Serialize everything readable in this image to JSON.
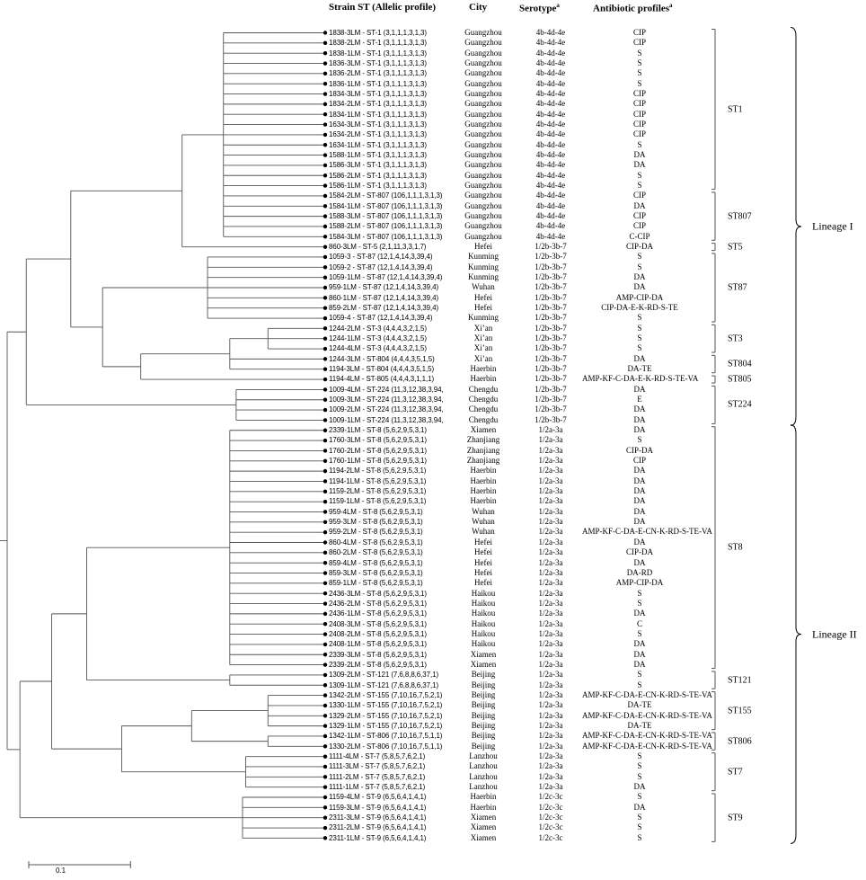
{
  "headers": {
    "strain_st": "Strain  ST (Allelic profile)",
    "city": "City",
    "serotype": "Serotype",
    "serotype_sup": "a",
    "antibiotic": "Antibiotic profiles",
    "antibiotic_sup": "a"
  },
  "rows": [
    {
      "strain": "1838-3LM - ST-1 (3,1,1,1,3,1,3)",
      "city": "Guangzhou",
      "serotype": "4b-4d-4e",
      "antibiotic": "CIP"
    },
    {
      "strain": "1838-2LM - ST-1 (3,1,1,1,3,1,3)",
      "city": "Guangzhou",
      "serotype": "4b-4d-4e",
      "antibiotic": "CIP"
    },
    {
      "strain": "1838-1LM - ST-1 (3,1,1,1,3,1,3)",
      "city": "Guangzhou",
      "serotype": "4b-4d-4e",
      "antibiotic": "S"
    },
    {
      "strain": "1836-3LM - ST-1 (3,1,1,1,3,1,3)",
      "city": "Guangzhou",
      "serotype": "4b-4d-4e",
      "antibiotic": "S"
    },
    {
      "strain": "1836-2LM - ST-1 (3,1,1,1,3,1,3)",
      "city": "Guangzhou",
      "serotype": "4b-4d-4e",
      "antibiotic": "S"
    },
    {
      "strain": "1836-1LM - ST-1 (3,1,1,1,3,1,3)",
      "city": "Guangzhou",
      "serotype": "4b-4d-4e",
      "antibiotic": "S"
    },
    {
      "strain": "1834-3LM - ST-1 (3,1,1,1,3,1,3)",
      "city": "Guangzhou",
      "serotype": "4b-4d-4e",
      "antibiotic": "CIP"
    },
    {
      "strain": "1834-2LM - ST-1 (3,1,1,1,3,1,3)",
      "city": "Guangzhou",
      "serotype": "4b-4d-4e",
      "antibiotic": "CIP"
    },
    {
      "strain": "1834-1LM - ST-1 (3,1,1,1,3,1,3)",
      "city": "Guangzhou",
      "serotype": "4b-4d-4e",
      "antibiotic": "CIP"
    },
    {
      "strain": "1634-3LM - ST-1 (3,1,1,1,3,1,3)",
      "city": "Guangzhou",
      "serotype": "4b-4d-4e",
      "antibiotic": "CIP"
    },
    {
      "strain": "1634-2LM - ST-1 (3,1,1,1,3,1,3)",
      "city": "Guangzhou",
      "serotype": "4b-4d-4e",
      "antibiotic": "CIP"
    },
    {
      "strain": "1634-1LM - ST-1 (3,1,1,1,3,1,3)",
      "city": "Guangzhou",
      "serotype": "4b-4d-4e",
      "antibiotic": "S"
    },
    {
      "strain": "1588-1LM - ST-1 (3,1,1,1,3,1,3)",
      "city": "Guangzhou",
      "serotype": "4b-4d-4e",
      "antibiotic": "DA"
    },
    {
      "strain": "1586-3LM - ST-1 (3,1,1,1,3,1,3)",
      "city": "Guangzhou",
      "serotype": "4b-4d-4e",
      "antibiotic": "DA"
    },
    {
      "strain": "1586-2LM - ST-1 (3,1,1,1,3,1,3)",
      "city": "Guangzhou",
      "serotype": "4b-4d-4e",
      "antibiotic": "S"
    },
    {
      "strain": "1586-1LM - ST-1 (3,1,1,1,3,1,3)",
      "city": "Guangzhou",
      "serotype": "4b-4d-4e",
      "antibiotic": "S"
    },
    {
      "strain": "1584-2LM - ST-807 (106,1,1,1,3,1,3)",
      "city": "Guangzhou",
      "serotype": "4b-4d-4e",
      "antibiotic": "CIP"
    },
    {
      "strain": "1584-1LM - ST-807 (106,1,1,1,3,1,3)",
      "city": "Guangzhou",
      "serotype": "4b-4d-4e",
      "antibiotic": "DA"
    },
    {
      "strain": "1588-3LM - ST-807 (106,1,1,1,3,1,3)",
      "city": "Guangzhou",
      "serotype": "4b-4d-4e",
      "antibiotic": "CIP"
    },
    {
      "strain": "1588-2LM - ST-807 (106,1,1,1,3,1,3)",
      "city": "Guangzhou",
      "serotype": "4b-4d-4e",
      "antibiotic": "CIP"
    },
    {
      "strain": "1584-3LM - ST-807 (106,1,1,1,3,1,3)",
      "city": "Guangzhou",
      "serotype": "4b-4d-4e",
      "antibiotic": "C-CIP"
    },
    {
      "strain": "860-3LM - ST-5 (2,1,11,3,3,1,7)",
      "city": "Hefei",
      "serotype": "1/2b-3b-7",
      "antibiotic": "CIP-DA"
    },
    {
      "strain": "1059-3 - ST-87 (12,1,4,14,3,39,4)",
      "city": "Kunming",
      "serotype": "1/2b-3b-7",
      "antibiotic": "S"
    },
    {
      "strain": "1059-2 - ST-87 (12,1,4,14,3,39,4)",
      "city": "Kunming",
      "serotype": "1/2b-3b-7",
      "antibiotic": "S"
    },
    {
      "strain": "1059-1LM - ST-87 (12,1,4,14,3,39,4)",
      "city": "Kunming",
      "serotype": "1/2b-3b-7",
      "antibiotic": "DA"
    },
    {
      "strain": "959-1LM - ST-87 (12,1,4,14,3,39,4)",
      "city": "Wuhan",
      "serotype": "1/2b-3b-7",
      "antibiotic": "DA"
    },
    {
      "strain": "860-1LM - ST-87 (12,1,4,14,3,39,4)",
      "city": "Hefei",
      "serotype": "1/2b-3b-7",
      "antibiotic": "AMP-CIP-DA"
    },
    {
      "strain": "859-2LM - ST-87 (12,1,4,14,3,39,4)",
      "city": "Hefei",
      "serotype": "1/2b-3b-7",
      "antibiotic": "CIP-DA-E-K-RD-S-TE"
    },
    {
      "strain": "1059-4 - ST-87 (12,1,4,14,3,39,4)",
      "city": "Kunming",
      "serotype": "1/2b-3b-7",
      "antibiotic": "S"
    },
    {
      "strain": "1244-2LM - ST-3 (4,4,4,3,2,1,5)",
      "city": "Xi’an",
      "serotype": "1/2b-3b-7",
      "antibiotic": "S"
    },
    {
      "strain": "1244-1LM - ST-3 (4,4,4,3,2,1,5)",
      "city": "Xi’an",
      "serotype": "1/2b-3b-7",
      "antibiotic": "S"
    },
    {
      "strain": "1244-4LM - ST-3 (4,4,4,3,2,1,5)",
      "city": "Xi’an",
      "serotype": "1/2b-3b-7",
      "antibiotic": "S"
    },
    {
      "strain": "1244-3LM - ST-804 (4,4,4,3,5,1,5)",
      "city": "Xi’an",
      "serotype": "1/2b-3b-7",
      "antibiotic": "DA"
    },
    {
      "strain": "1194-3LM - ST-804 (4,4,4,3,5,1,5)",
      "city": "Haerbin",
      "serotype": "1/2b-3b-7",
      "antibiotic": "DA-TE"
    },
    {
      "strain": "1194-4LM - ST-805 (4,4,4,3,1,1,1)",
      "city": "Haerbin",
      "serotype": "1/2b-3b-7",
      "antibiotic": "AMP-KF-C-DA-E-K-RD-S-TE-VA"
    },
    {
      "strain": "1009-4LM - ST-224 (11,3,12,38,3,94,",
      "city": "Chengdu",
      "serotype": "1/2b-3b-7",
      "antibiotic": "DA"
    },
    {
      "strain": "1009-3LM - ST-224 (11,3,12,38,3,94,",
      "city": "Chengdu",
      "serotype": "1/2b-3b-7",
      "antibiotic": "E"
    },
    {
      "strain": "1009-2LM - ST-224 (11,3,12,38,3,94,",
      "city": "Chengdu",
      "serotype": "1/2b-3b-7",
      "antibiotic": "DA"
    },
    {
      "strain": "1009-1LM - ST-224 (11,3,12,38,3,94,",
      "city": "Chengdu",
      "serotype": "1/2b-3b-7",
      "antibiotic": "DA"
    },
    {
      "strain": "2339-1LM - ST-8 (5,6,2,9,5,3,1)",
      "city": "Xiamen",
      "serotype": "1/2a-3a",
      "antibiotic": "DA"
    },
    {
      "strain": "1760-3LM - ST-8 (5,6,2,9,5,3,1)",
      "city": "Zhanjiang",
      "serotype": "1/2a-3a",
      "antibiotic": "S"
    },
    {
      "strain": "1760-2LM - ST-8 (5,6,2,9,5,3,1)",
      "city": "Zhanjiang",
      "serotype": "1/2a-3a",
      "antibiotic": "CIP-DA"
    },
    {
      "strain": "1760-1LM - ST-8 (5,6,2,9,5,3,1)",
      "city": "Zhanjiang",
      "serotype": "1/2a-3a",
      "antibiotic": "CIP"
    },
    {
      "strain": "1194-2LM - ST-8 (5,6,2,9,5,3,1)",
      "city": "Haerbin",
      "serotype": "1/2a-3a",
      "antibiotic": "DA"
    },
    {
      "strain": "1194-1LM - ST-8 (5,6,2,9,5,3,1)",
      "city": "Haerbin",
      "serotype": "1/2a-3a",
      "antibiotic": "DA"
    },
    {
      "strain": "1159-2LM - ST-8 (5,6,2,9,5,3,1)",
      "city": "Haerbin",
      "serotype": "1/2a-3a",
      "antibiotic": "DA"
    },
    {
      "strain": "1159-1LM - ST-8 (5,6,2,9,5,3,1)",
      "city": "Haerbin",
      "serotype": "1/2a-3a",
      "antibiotic": "DA"
    },
    {
      "strain": "959-4LM - ST-8 (5,6,2,9,5,3,1)",
      "city": "Wuhan",
      "serotype": "1/2a-3a",
      "antibiotic": "DA"
    },
    {
      "strain": "959-3LM - ST-8 (5,6,2,9,5,3,1)",
      "city": "Wuhan",
      "serotype": "1/2a-3a",
      "antibiotic": "DA"
    },
    {
      "strain": "959-2LM - ST-8 (5,6,2,9,5,3,1)",
      "city": "Wuhan",
      "serotype": "1/2a-3a",
      "antibiotic": "AMP-KF-C-DA-E-CN-K-RD-S-TE-VA"
    },
    {
      "strain": "860-4LM - ST-8 (5,6,2,9,5,3,1)",
      "city": "Hefei",
      "serotype": "1/2a-3a",
      "antibiotic": "DA"
    },
    {
      "strain": "860-2LM - ST-8 (5,6,2,9,5,3,1)",
      "city": "Hefei",
      "serotype": "1/2a-3a",
      "antibiotic": "CIP-DA"
    },
    {
      "strain": "859-4LM - ST-8 (5,6,2,9,5,3,1)",
      "city": "Hefei",
      "serotype": "1/2a-3a",
      "antibiotic": "DA"
    },
    {
      "strain": "859-3LM - ST-8 (5,6,2,9,5,3,1)",
      "city": "Hefei",
      "serotype": "1/2a-3a",
      "antibiotic": "DA-RD"
    },
    {
      "strain": "859-1LM - ST-8 (5,6,2,9,5,3,1)",
      "city": "Hefei",
      "serotype": "1/2a-3a",
      "antibiotic": "AMP-CIP-DA"
    },
    {
      "strain": "2436-3LM - ST-8 (5,6,2,9,5,3,1)",
      "city": "Haikou",
      "serotype": "1/2a-3a",
      "antibiotic": "S"
    },
    {
      "strain": "2436-2LM - ST-8 (5,6,2,9,5,3,1)",
      "city": "Haikou",
      "serotype": "1/2a-3a",
      "antibiotic": "S"
    },
    {
      "strain": "2436-1LM - ST-8 (5,6,2,9,5,3,1)",
      "city": "Haikou",
      "serotype": "1/2a-3a",
      "antibiotic": "DA"
    },
    {
      "strain": "2408-3LM - ST-8 (5,6,2,9,5,3,1)",
      "city": "Haikou",
      "serotype": "1/2a-3a",
      "antibiotic": "C"
    },
    {
      "strain": "2408-2LM - ST-8 (5,6,2,9,5,3,1)",
      "city": "Haikou",
      "serotype": "1/2a-3a",
      "antibiotic": "S"
    },
    {
      "strain": "2408-1LM - ST-8 (5,6,2,9,5,3,1)",
      "city": "Haikou",
      "serotype": "1/2a-3a",
      "antibiotic": "DA"
    },
    {
      "strain": "2339-3LM - ST-8 (5,6,2,9,5,3,1)",
      "city": "Xiamen",
      "serotype": "1/2a-3a",
      "antibiotic": "DA"
    },
    {
      "strain": "2339-2LM - ST-8 (5,6,2,9,5,3,1)",
      "city": "Xiamen",
      "serotype": "1/2a-3a",
      "antibiotic": "DA"
    },
    {
      "strain": "1309-2LM - ST-121 (7,6,8,8,6,37,1)",
      "city": "Beijing",
      "serotype": "1/2a-3a",
      "antibiotic": "S"
    },
    {
      "strain": "1309-1LM - ST-121 (7,6,8,8,6,37,1)",
      "city": "Beijing",
      "serotype": "1/2a-3a",
      "antibiotic": "S"
    },
    {
      "strain": "1342-2LM - ST-155 (7,10,16,7,5,2,1)",
      "city": "Beijing",
      "serotype": "1/2a-3a",
      "antibiotic": "AMP-KF-C-DA-E-CN-K-RD-S-TE-VA"
    },
    {
      "strain": "1330-1LM - ST-155 (7,10,16,7,5,2,1)",
      "city": "Beijing",
      "serotype": "1/2a-3a",
      "antibiotic": "DA-TE"
    },
    {
      "strain": "1329-2LM - ST-155 (7,10,16,7,5,2,1)",
      "city": "Beijing",
      "serotype": "1/2a-3a",
      "antibiotic": "AMP-KF-C-DA-E-CN-K-RD-S-TE-VA"
    },
    {
      "strain": "1329-1LM - ST-155 (7,10,16,7,5,2,1)",
      "city": "Beijing",
      "serotype": "1/2a-3a",
      "antibiotic": "DA-TE"
    },
    {
      "strain": "1342-1LM - ST-806 (7,10,16,7,5,1,1)",
      "city": "Beijing",
      "serotype": "1/2a-3a",
      "antibiotic": "AMP-KF-C-DA-E-CN-K-RD-S-TE-VA"
    },
    {
      "strain": "1330-2LM - ST-806 (7,10,16,7,5,1,1)",
      "city": "Beijing",
      "serotype": "1/2a-3a",
      "antibiotic": "AMP-KF-C-DA-E-CN-K-RD-S-TE-VA"
    },
    {
      "strain": "1111-4LM - ST-7 (5,8,5,7,6,2,1)",
      "city": "Lanzhou",
      "serotype": "1/2a-3a",
      "antibiotic": "S"
    },
    {
      "strain": "1111-3LM - ST-7 (5,8,5,7,6,2,1)",
      "city": "Lanzhou",
      "serotype": "1/2a-3a",
      "antibiotic": "S"
    },
    {
      "strain": "1111-2LM - ST-7 (5,8,5,7,6,2,1)",
      "city": "Lanzhou",
      "serotype": "1/2a-3a",
      "antibiotic": "S"
    },
    {
      "strain": "1111-1LM - ST-7 (5,8,5,7,6,2,1)",
      "city": "Lanzhou",
      "serotype": "1/2a-3a",
      "antibiotic": "DA"
    },
    {
      "strain": "1159-4LM - ST-9 (6,5,6,4,1,4,1)",
      "city": "Haerbin",
      "serotype": "1/2c-3c",
      "antibiotic": "S"
    },
    {
      "strain": "1159-3LM - ST-9 (6,5,6,4,1,4,1)",
      "city": "Haerbin",
      "serotype": "1/2c-3c",
      "antibiotic": "DA"
    },
    {
      "strain": "2311-3LM - ST-9 (6,5,6,4,1,4,1)",
      "city": "Xiamen",
      "serotype": "1/2c-3c",
      "antibiotic": "S"
    },
    {
      "strain": "2311-2LM - ST-9 (6,5,6,4,1,4,1)",
      "city": "Xiamen",
      "serotype": "1/2c-3c",
      "antibiotic": "S"
    },
    {
      "strain": "2311-1LM - ST-9 (6,5,6,4,1,4,1)",
      "city": "Xiamen",
      "serotype": "1/2c-3c",
      "antibiotic": "S"
    }
  ],
  "st_groups": [
    {
      "label": "ST1",
      "first": 0,
      "last": 15
    },
    {
      "label": "ST807",
      "first": 16,
      "last": 20
    },
    {
      "label": "ST5",
      "first": 21,
      "last": 21
    },
    {
      "label": "ST87",
      "first": 22,
      "last": 28
    },
    {
      "label": "ST3",
      "first": 29,
      "last": 31
    },
    {
      "label": "ST804",
      "first": 32,
      "last": 33
    },
    {
      "label": "ST805",
      "first": 34,
      "last": 34
    },
    {
      "label": "ST224",
      "first": 35,
      "last": 38
    },
    {
      "label": "ST8",
      "first": 39,
      "last": 62
    },
    {
      "label": "ST121",
      "first": 63,
      "last": 64
    },
    {
      "label": "ST155",
      "first": 65,
      "last": 68
    },
    {
      "label": "ST806",
      "first": 69,
      "last": 70
    },
    {
      "label": "ST7",
      "first": 71,
      "last": 74
    },
    {
      "label": "ST9",
      "first": 75,
      "last": 79
    }
  ],
  "lineages": [
    {
      "label": "Lineage I",
      "first": 0,
      "last": 38
    },
    {
      "label": "Lineage II",
      "first": 39,
      "last": 79
    }
  ],
  "tree": [
    {
      "id": "n1",
      "children": [
        0,
        1,
        2,
        3,
        4,
        5,
        6,
        7,
        8,
        9,
        10,
        11,
        12,
        13,
        14,
        15,
        16,
        17,
        18,
        19,
        20
      ],
      "depth": 0.68
    },
    {
      "id": "n2",
      "children": [
        "n1",
        21
      ],
      "depth": 0.55
    },
    {
      "id": "n3",
      "children": [
        22,
        23,
        24,
        25,
        26,
        27,
        28
      ],
      "depth": 0.63
    },
    {
      "id": "n4",
      "children": [
        29,
        30,
        31
      ],
      "depth": 0.82
    },
    {
      "id": "n5",
      "children": [
        "n4",
        32,
        33
      ],
      "depth": 0.7
    },
    {
      "id": "n6",
      "children": [
        "n5",
        34
      ],
      "depth": 0.42
    },
    {
      "id": "n7",
      "children": [
        "n3",
        "n6"
      ],
      "depth": 0.3
    },
    {
      "id": "n8",
      "children": [
        "n2",
        "n7"
      ],
      "depth": 0.2
    },
    {
      "id": "n9",
      "children": [
        35,
        36,
        37,
        38
      ],
      "depth": 0.72
    },
    {
      "id": "n10",
      "children": [
        "n8",
        "n9"
      ],
      "depth": 0.06
    },
    {
      "id": "n11",
      "children": [
        39,
        40,
        41,
        42,
        43,
        44,
        45,
        46,
        47,
        48,
        49,
        50,
        51,
        52,
        53,
        54,
        55,
        56,
        57,
        58,
        59,
        60,
        61,
        62
      ],
      "depth": 0.7
    },
    {
      "id": "n12",
      "children": [
        63,
        64
      ],
      "depth": 0.7
    },
    {
      "id": "n13",
      "children": [
        "n11",
        "n12"
      ],
      "depth": 0.25
    },
    {
      "id": "n14",
      "children": [
        65,
        66,
        67,
        68
      ],
      "depth": 0.82
    },
    {
      "id": "n15",
      "children": [
        69,
        70
      ],
      "depth": 0.82
    },
    {
      "id": "n16",
      "children": [
        "n14",
        "n15"
      ],
      "depth": 0.58
    },
    {
      "id": "n17",
      "children": [
        71,
        72,
        73,
        74
      ],
      "depth": 0.75
    },
    {
      "id": "n18",
      "children": [
        "n16",
        "n17"
      ],
      "depth": 0.36
    },
    {
      "id": "n19",
      "children": [
        "n13",
        "n18"
      ],
      "depth": 0.14
    },
    {
      "id": "n20",
      "children": [
        75,
        76,
        77,
        78,
        79
      ],
      "depth": 0.74
    },
    {
      "id": "n21",
      "children": [
        "n19",
        "n20"
      ],
      "depth": 0.04
    },
    {
      "id": "root",
      "children": [
        "n10",
        "n21"
      ],
      "depth": 0.0
    }
  ],
  "scale": {
    "label": "0.1",
    "length": 0.1
  }
}
